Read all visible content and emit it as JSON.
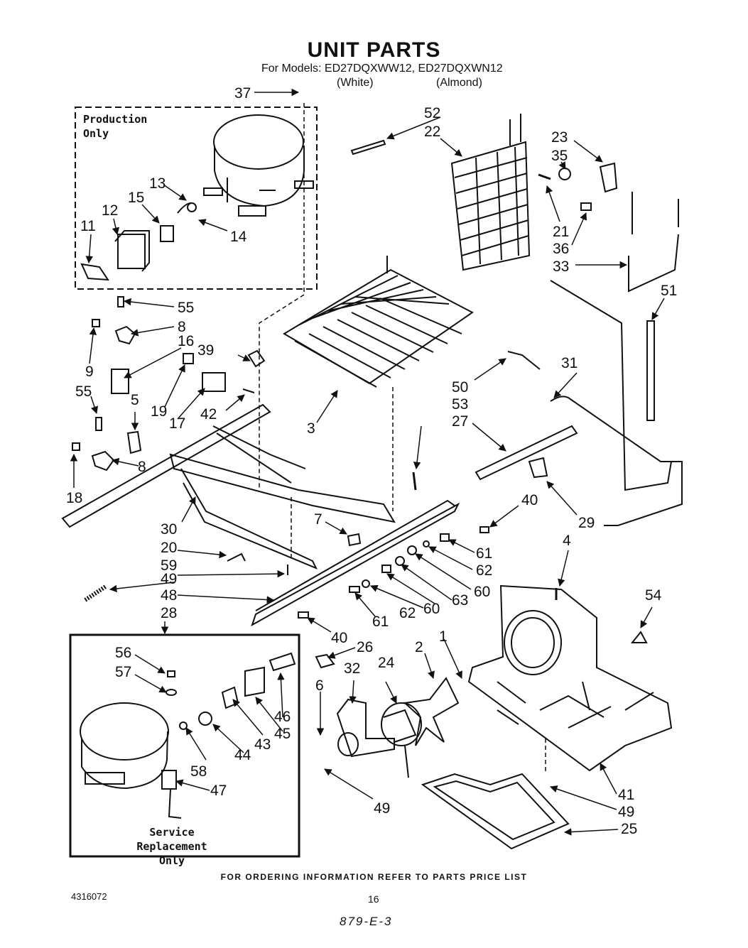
{
  "header": {
    "title": "UNIT PARTS",
    "models_line": "For Models: ED27DQXWW12, ED27DQXWN12",
    "color_white": "(White)",
    "color_almond": "(Almond)"
  },
  "boxes": {
    "production": {
      "line1": "Production",
      "line2": "Only"
    },
    "service": {
      "line1": "Service Replacement",
      "line2": "Only"
    }
  },
  "callouts": {
    "c37": "37",
    "c52": "52",
    "c22": "22",
    "c23": "23",
    "c35": "35",
    "c13": "13",
    "c15": "15",
    "c12": "12",
    "c11": "11",
    "c14": "14",
    "c21": "21",
    "c36": "36",
    "c33": "33",
    "c51": "51",
    "c55a": "55",
    "c8a": "8",
    "c9": "9",
    "c16": "16",
    "c39": "39",
    "c55b": "55",
    "c5": "5",
    "c19": "19",
    "c17": "17",
    "c42": "42",
    "c3": "3",
    "c50": "50",
    "c53": "53",
    "c27": "27",
    "c31": "31",
    "c8b": "8",
    "c18": "18",
    "c30": "30",
    "c20": "20",
    "c59": "59",
    "c49a": "49",
    "c48": "48",
    "c7": "7",
    "c40a": "40",
    "c29": "29",
    "c4": "4",
    "c61a": "61",
    "c62a": "62",
    "c60a": "60",
    "c63": "63",
    "c62b": "62",
    "c60b": "60",
    "c61b": "61",
    "c54": "54",
    "c28": "28",
    "c40b": "40",
    "c26": "26",
    "c56": "56",
    "c57": "57",
    "c2": "2",
    "c1": "1",
    "c32": "32",
    "c24": "24",
    "c6": "6",
    "c46": "46",
    "c45": "45",
    "c43": "43",
    "c44": "44",
    "c58": "58",
    "c47": "47",
    "c49b": "49",
    "c41": "41",
    "c49c": "49",
    "c25": "25"
  },
  "footer": {
    "ordering_note": "FOR ORDERING INFORMATION REFER TO PARTS PRICE LIST",
    "doc_number": "4316072",
    "page_number": "16",
    "code": "879-E-3"
  }
}
